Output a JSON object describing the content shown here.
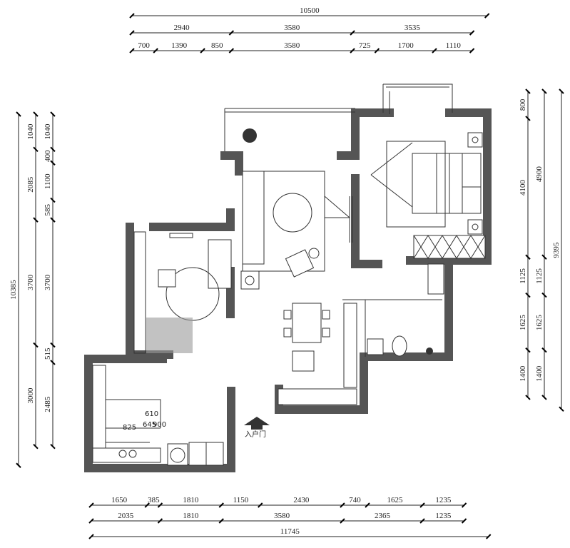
{
  "plan": {
    "entrance_label": "入户门",
    "kitchen_dims": [
      "610",
      "825",
      "645",
      "900"
    ]
  },
  "dimensions": {
    "top": [
      [
        "10500"
      ],
      [
        "2940",
        "3580",
        "3535"
      ],
      [
        "700",
        "1390",
        "850",
        "3580",
        "725",
        "1700",
        "1110"
      ]
    ],
    "bottom": [
      [
        "1650",
        "385",
        "1810",
        "1150",
        "2430",
        "740",
        "1625",
        "1235"
      ],
      [
        "2035",
        "1810",
        "3580",
        "2365",
        "1235"
      ],
      [
        "11745"
      ]
    ],
    "left": [
      [
        "10385"
      ],
      [
        "1040",
        "2085",
        "3700",
        "3000"
      ],
      [
        "1040",
        "400",
        "1100",
        "585",
        "3700",
        "515",
        "2485"
      ]
    ],
    "right": [
      [
        "800",
        "4100",
        "1125",
        "1625",
        "1400"
      ],
      [
        "4900",
        "1125",
        "1625",
        "1400"
      ],
      [
        "9395"
      ]
    ]
  },
  "colors": {
    "wall": "#555555",
    "line": "#333333"
  }
}
